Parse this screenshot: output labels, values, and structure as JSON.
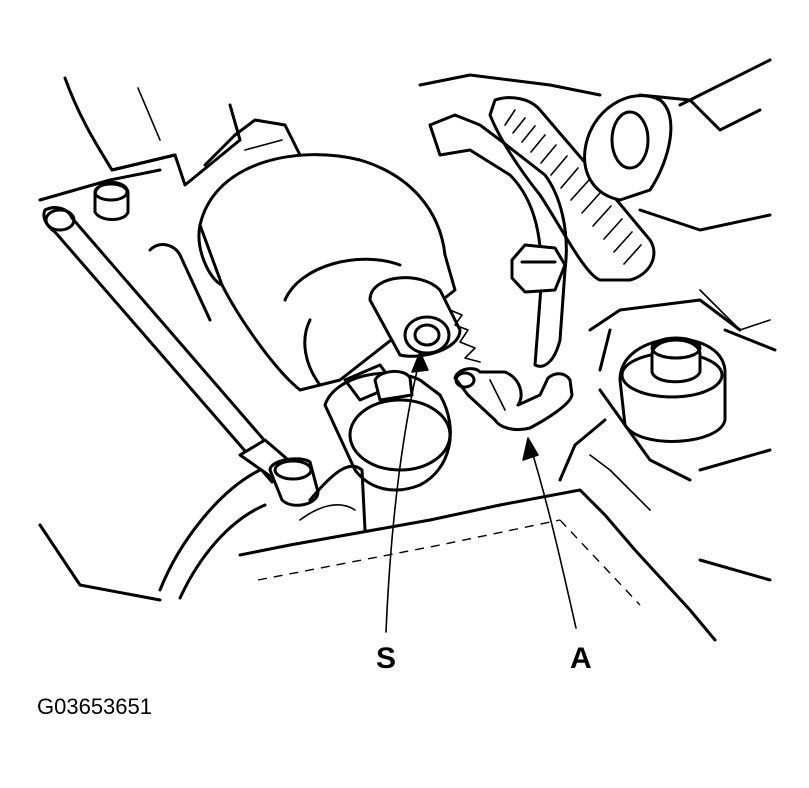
{
  "callouts": {
    "s": "S",
    "a": "A"
  },
  "figure_id": "G03653651",
  "colors": {
    "ink": "#000000",
    "paper": "#ffffff"
  }
}
